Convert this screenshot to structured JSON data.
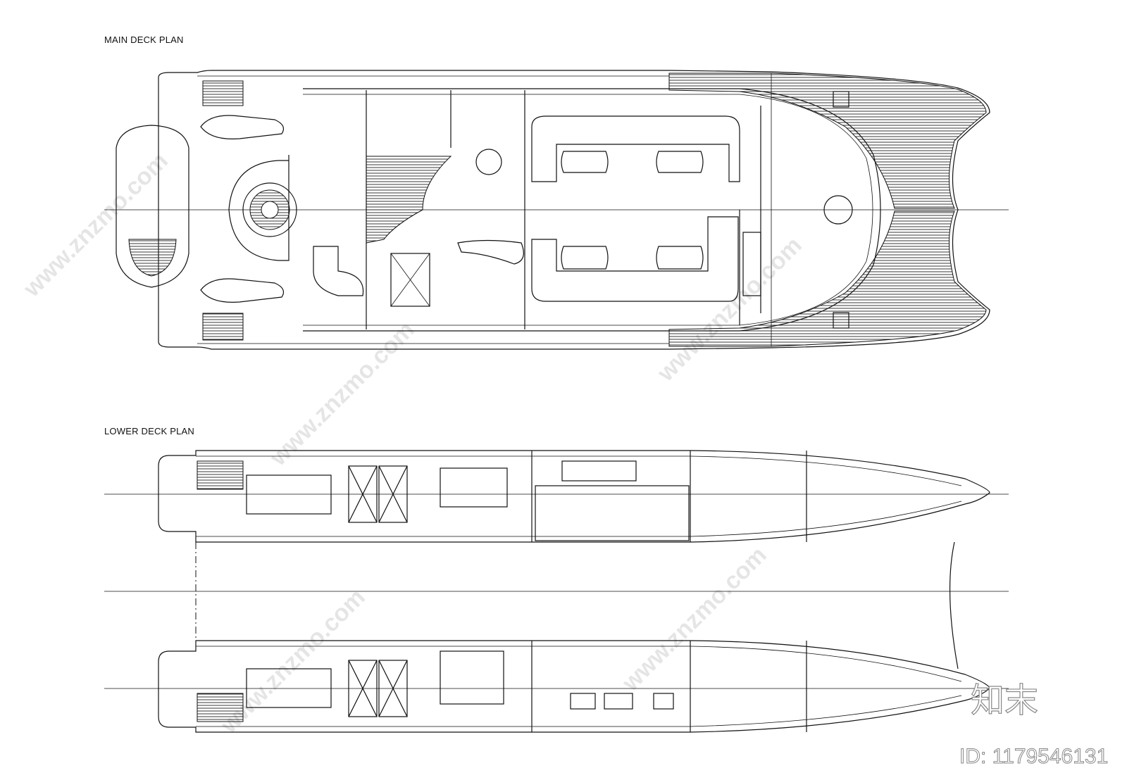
{
  "drawings": {
    "main_title": "MAIN DECK PLAN",
    "lower_title": "LOWER DECK PLAN"
  },
  "watermark": {
    "site": "www.znzmo.com",
    "logo": "知末",
    "id": "ID: 1179546131"
  }
}
